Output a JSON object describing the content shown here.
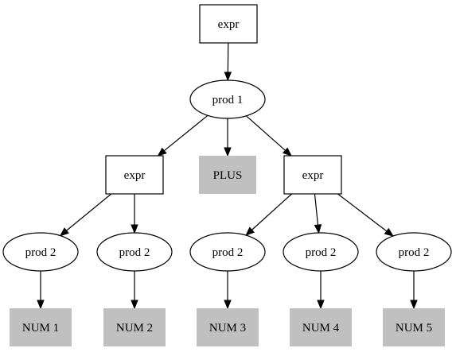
{
  "colors": {
    "background": "#ffffff",
    "stroke": "#000000",
    "terminal_fill": "#c0c0c0"
  },
  "nodes": [
    {
      "id": "n0",
      "label": "expr",
      "shape": "box"
    },
    {
      "id": "n1",
      "label": "prod 1",
      "shape": "ellipse"
    },
    {
      "id": "n2",
      "label": "expr",
      "shape": "box"
    },
    {
      "id": "n3",
      "label": "PLUS",
      "shape": "filled-box"
    },
    {
      "id": "n4",
      "label": "expr",
      "shape": "box"
    },
    {
      "id": "n5",
      "label": "prod 2",
      "shape": "ellipse"
    },
    {
      "id": "n6",
      "label": "prod 2",
      "shape": "ellipse"
    },
    {
      "id": "n7",
      "label": "prod 2",
      "shape": "ellipse"
    },
    {
      "id": "n8",
      "label": "prod 2",
      "shape": "ellipse"
    },
    {
      "id": "n9",
      "label": "prod 2",
      "shape": "ellipse"
    },
    {
      "id": "n10",
      "label": "NUM 1",
      "shape": "filled-box"
    },
    {
      "id": "n11",
      "label": "NUM 2",
      "shape": "filled-box"
    },
    {
      "id": "n12",
      "label": "NUM 3",
      "shape": "filled-box"
    },
    {
      "id": "n13",
      "label": "NUM 4",
      "shape": "filled-box"
    },
    {
      "id": "n14",
      "label": "NUM 5",
      "shape": "filled-box"
    }
  ],
  "edges": [
    {
      "from": "n0",
      "to": "n1"
    },
    {
      "from": "n1",
      "to": "n2"
    },
    {
      "from": "n1",
      "to": "n3"
    },
    {
      "from": "n1",
      "to": "n4"
    },
    {
      "from": "n2",
      "to": "n5"
    },
    {
      "from": "n2",
      "to": "n6"
    },
    {
      "from": "n4",
      "to": "n7"
    },
    {
      "from": "n4",
      "to": "n8"
    },
    {
      "from": "n4",
      "to": "n9"
    },
    {
      "from": "n5",
      "to": "n10"
    },
    {
      "from": "n6",
      "to": "n11"
    },
    {
      "from": "n7",
      "to": "n12"
    },
    {
      "from": "n8",
      "to": "n13"
    },
    {
      "from": "n9",
      "to": "n14"
    }
  ]
}
